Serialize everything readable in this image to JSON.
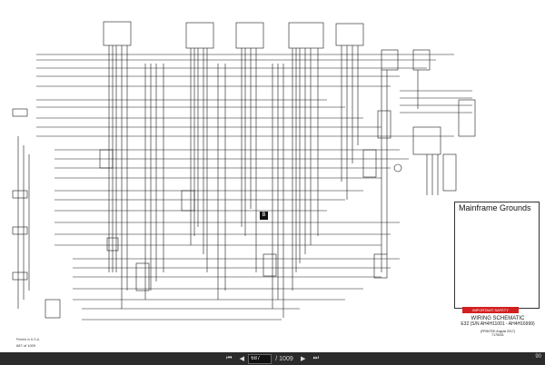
{
  "diagram": {
    "title_block": {
      "warning_label": "IMPORTANT SAFETY INFORMATION",
      "title": "WIRING SCHEMATIC",
      "subtitle": "E32 (S/N AH4H11001 - AH4H16999)",
      "date": "(PRINTED August 2017)",
      "code": "7175031"
    },
    "legend": {
      "title": "Mainframe Grounds"
    },
    "sheet": {
      "printed": "Printed in U.S.A.",
      "page_ref": "687 of 1009"
    },
    "marker": "B",
    "colors": {
      "line": "#1a1a1a",
      "warning": "#d22020",
      "viewer_bg": "#2b2b2b"
    }
  },
  "viewer": {
    "prev_icon": "◀",
    "next_icon": "▶",
    "page_current": "687",
    "page_total": "/ 1009",
    "first_icon": "⏮",
    "last_icon": "⏭",
    "zoom": "90"
  }
}
